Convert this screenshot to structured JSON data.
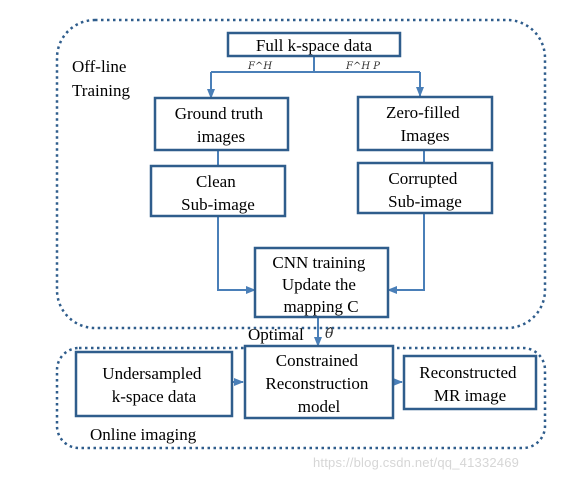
{
  "colors": {
    "box_border": "#2f5d8c",
    "arrow": "#4a7fb8",
    "dotted_border": "#2f5d8c",
    "text": "#000000",
    "watermark": "#d6d6d6"
  },
  "diagram": {
    "offline_label": [
      "Off-line",
      "Training"
    ],
    "online_label": "Online imaging",
    "boxes": {
      "full_kspace": [
        "Full k-space data"
      ],
      "ground_truth": [
        "Ground truth",
        "images"
      ],
      "zero_filled": [
        "Zero-filled",
        "Images"
      ],
      "clean": [
        "Clean",
        "Sub-image"
      ],
      "corrupted": [
        "Corrupted",
        "Sub-image"
      ],
      "cnn": [
        "CNN training",
        "Update the",
        "mapping C"
      ],
      "undersampled": [
        "Undersampled",
        "k-space data"
      ],
      "constrained": [
        "Constrained",
        "Reconstruction",
        "model"
      ],
      "reconstructed": [
        "Reconstructed",
        "MR image"
      ]
    },
    "edge_labels": {
      "left_op": "F^H",
      "right_op": "F^H P",
      "optimal": "Optimal",
      "theta": "θ̂"
    }
  },
  "watermark": "https://blog.csdn.net/qq_41332469"
}
